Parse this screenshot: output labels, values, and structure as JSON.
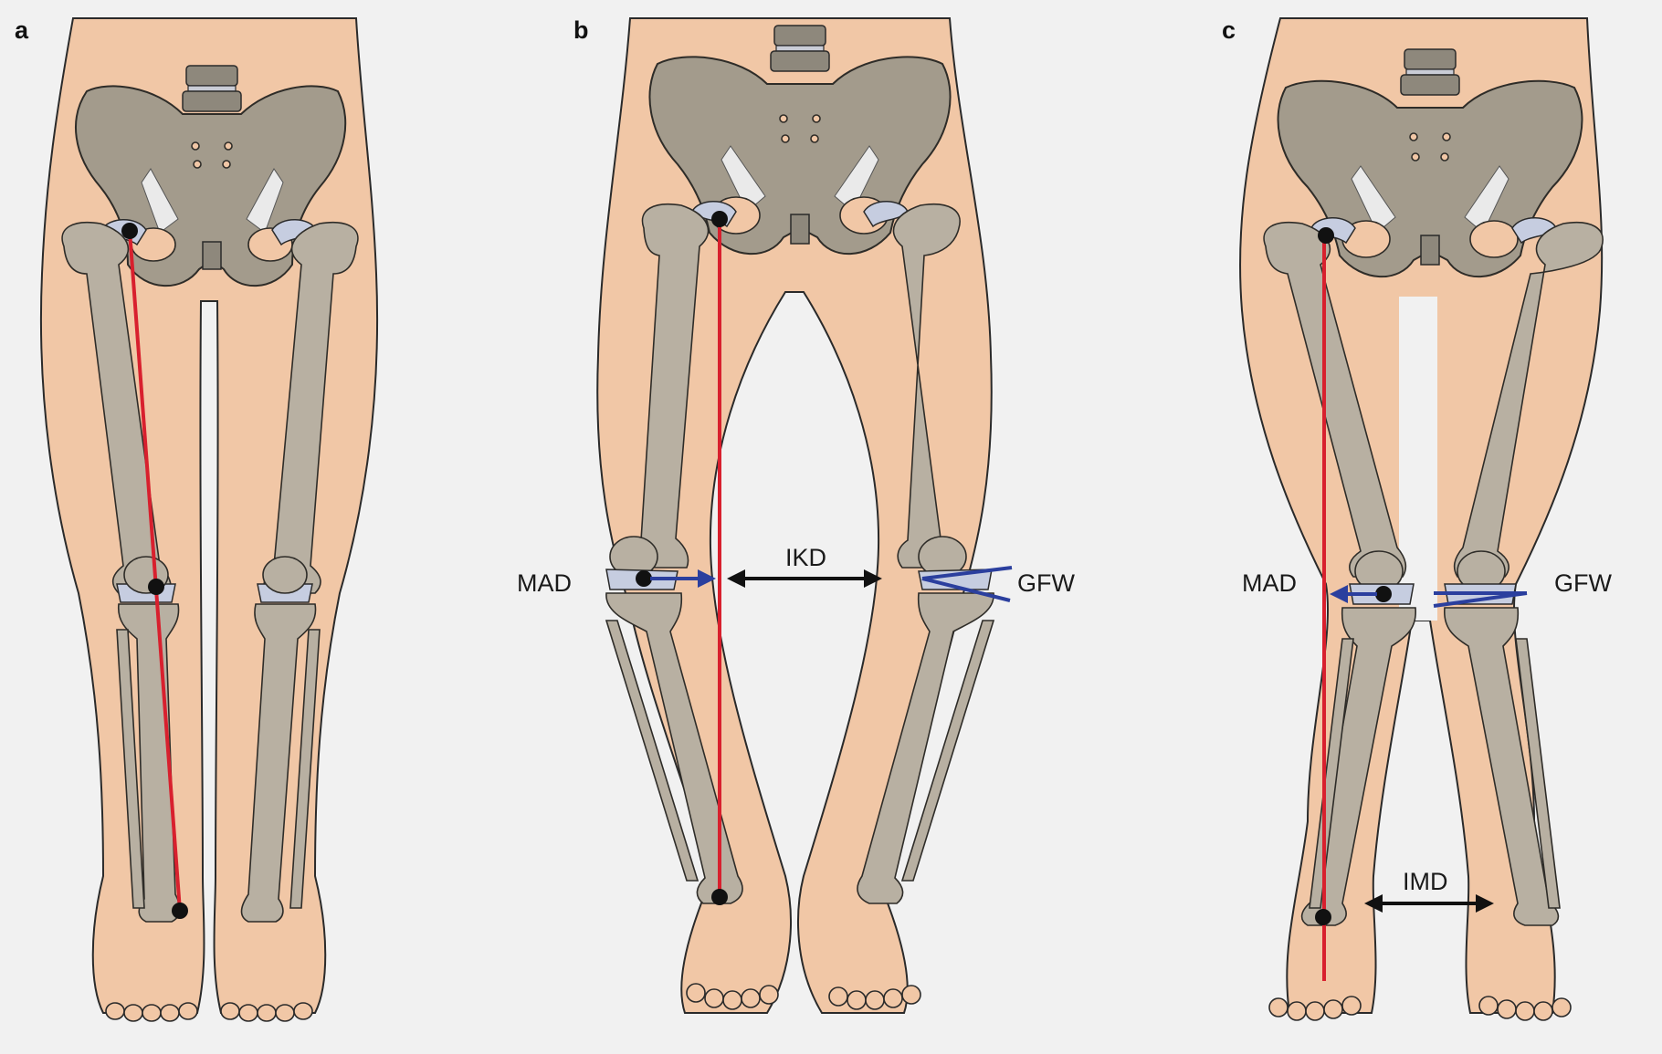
{
  "panels": [
    {
      "id": "a",
      "letter": "a"
    },
    {
      "id": "b",
      "letter": "b",
      "labels": {
        "mad": "MAD",
        "ikd": "IKD",
        "gfw": "GFW"
      }
    },
    {
      "id": "c",
      "letter": "c",
      "labels": {
        "mad": "MAD",
        "gfw": "GFW",
        "imd": "IMD"
      }
    }
  ],
  "colors": {
    "background": "#f1f1f1",
    "skin": "#f1c7a6",
    "bone": "#a39b8c",
    "cartilage": "#c6cde0",
    "mechanical_axis": "#d8202e",
    "measurement_blue": "#2b3f9e",
    "measurement_black": "#111111"
  }
}
